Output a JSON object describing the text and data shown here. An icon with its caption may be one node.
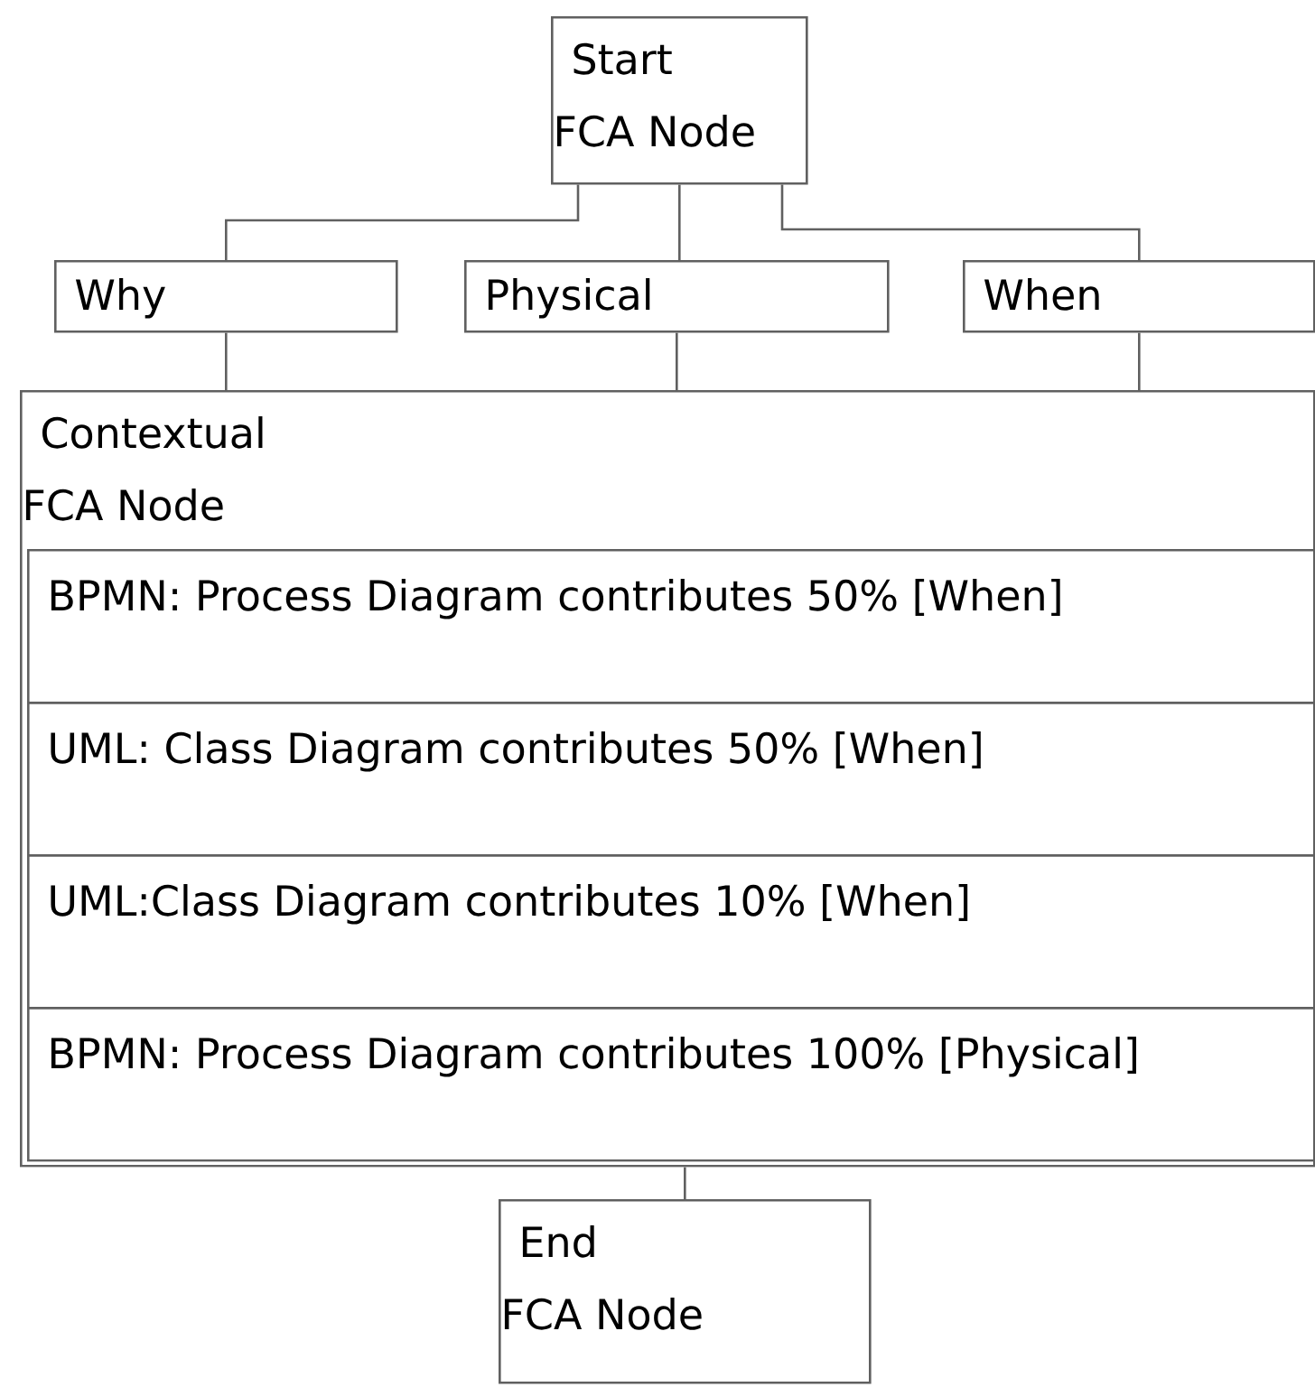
{
  "diagram": {
    "nodes": [
      {
        "text": [
          "Start",
          "FCA Node"
        ]
      },
      {
        "text": [
          "Why"
        ]
      },
      {
        "text": [
          "Physical"
        ]
      },
      {
        "text": [
          "When"
        ]
      },
      {
        "text": [
          "Contextual",
          "FCA Node"
        ]
      },
      {
        "text": [
          "BPMN: Process Diagram contributes 50% [When]"
        ],
        "in": 4
      },
      {
        "text": [
          "UML: Class Diagram contributes 50% [When]"
        ],
        "in": 4
      },
      {
        "text": [
          "UML:Class Diagram contributes 10% [When]"
        ],
        "in": 4
      },
      {
        "text": [
          "BPMN: Process Diagram contributes 100% [Physical]"
        ],
        "in": 4
      },
      {
        "text": [
          "End",
          "FCA Node"
        ]
      }
    ],
    "edges": [
      {
        "from": 0,
        "to": 1,
        "arrow": "none"
      },
      {
        "from": 0,
        "to": 2,
        "arrow": "none"
      },
      {
        "from": 0,
        "to": 3,
        "arrow": "none"
      },
      {
        "from": 1,
        "to": 4,
        "arrow": "none"
      },
      {
        "from": 2,
        "to": 4,
        "arrow": "none"
      },
      {
        "from": 3,
        "to": 4,
        "arrow": "none"
      },
      {
        "from": 4,
        "to": 9,
        "arrow": "none"
      }
    ]
  }
}
